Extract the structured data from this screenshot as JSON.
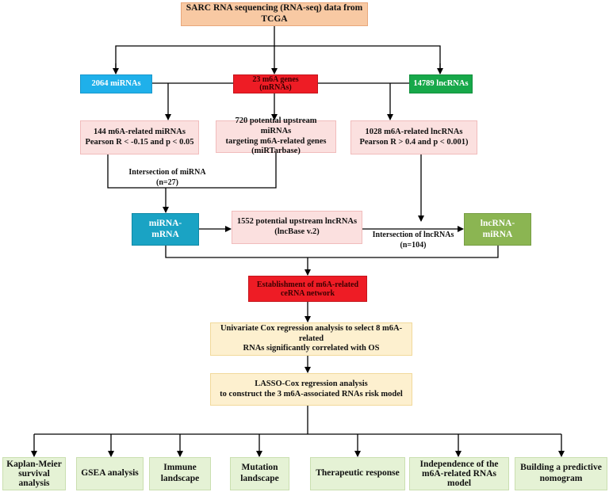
{
  "nodes": {
    "source": "SARC RNA sequencing  (RNA-seq) data from TCGA",
    "mirnas": "2064 miRNAs",
    "m6a_genes": "23 m6A genes\n(mRNAs)",
    "lncrnas": "14789 lncRNAs",
    "mirna_filter": "144 m6A-related miRNAs\nPearson R < -0.15 and p < 0.05",
    "upstream_mirnas": "720 potential upstream miRNAs\ntargeting m6A-related genes\n(miRTarbase)",
    "lncrna_filter": "1028 m6A-related lncRNAs\nPearson R > 0.4 and p < 0.001)",
    "mirna_mrna": "miRNA-mRNA",
    "upstream_lncrnas": "1552 potential upstream lncRNAs\n(lncBase v.2)",
    "lncrna_mirna": "lncRNA-miRNA",
    "cerna": "Establishment of m6A-related\nceRNA network",
    "univariate": "Univariate Cox regression analysis to select 8 m6A-related\nRNAs significantly correlated with OS",
    "lasso": "LASSO-Cox regression analysis\nto construct the 3 m6A-associated RNAs risk model"
  },
  "labels": {
    "mirna_intersection": "Intersection of miRNA\n(n=27)",
    "lncrna_intersection": "Intersection of  lncRNAs\n(n=104)"
  },
  "outcomes": [
    "Kaplan-Meier\nsurvival\nanalysis",
    "GSEA analysis",
    "Immune\nlandscape",
    "Mutation\nlandscape",
    "Therapeutic response",
    "Independence of the\nm6A-related RNAs\nmodel",
    "Building a predictive\nnomogram"
  ]
}
